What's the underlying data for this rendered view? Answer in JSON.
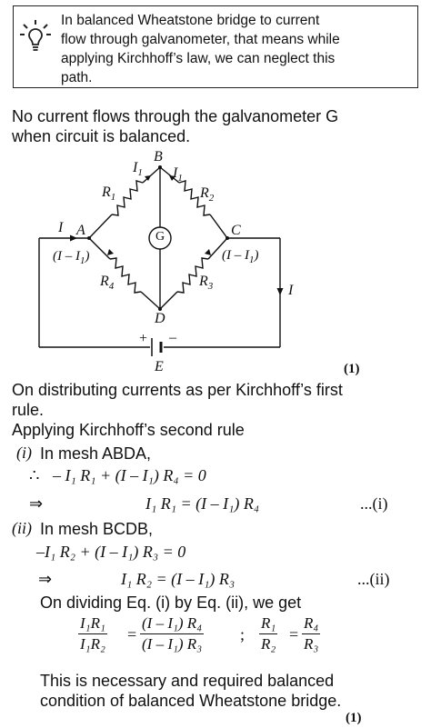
{
  "note": {
    "icon": "lightbulb-icon",
    "lines": [
      "In balanced Wheatstone bridge to current",
      "flow through galvanometer, that means while",
      "applying Kirchhoff’s law, we can neglect this",
      "path."
    ]
  },
  "intro": [
    "No current flows through the galvanometer G",
    "when circuit is balanced."
  ],
  "diagram": {
    "node_b": "B",
    "node_a": "A",
    "node_c": "C",
    "node_d": "D",
    "battery": "E",
    "galvanometer": "G",
    "current_i": "I",
    "current_i_right": "I",
    "i1_left": "I",
    "i1_right": "I",
    "r1": "R",
    "r2": "R",
    "r3": "R",
    "r4": "R",
    "i_minus_i1_left": "(I – I",
    "i_minus_i1_right": "(I – I",
    "plus": "+",
    "minus": "–",
    "sub1": "1",
    "sub2": "2",
    "sub3": "3",
    "sub4": "4"
  },
  "mark1": "(1)",
  "text1": [
    "On distributing currents as per Kirchhoff’s first",
    "rule."
  ],
  "text2": "Applying Kirchhoff’s second rule",
  "mesh1": {
    "label": "(i)",
    "title": "In mesh ABDA,",
    "therefore": "∴",
    "eq1": "– I₁ R₁ + (I – I₁) R₄ = 0",
    "implies": "⇒",
    "eq2": "I₁ R₁ = (I – I₁) R₄",
    "ref": "...(i)"
  },
  "mesh2": {
    "label": "(ii)",
    "title": "In mesh BCDB,",
    "eq1": "–I₁ R₂ + (I – I₁) R₃ = 0",
    "implies": "⇒",
    "eq2": "I₁ R₂ = (I – I₁) R₃",
    "ref": "...(ii)"
  },
  "divide": "On dividing Eq. (i) by Eq. (ii), we get",
  "fractions": {
    "f1_num": "I₁R₁",
    "f1_den": "I₁R₂",
    "eq": "=",
    "f2_num": "(I – I₁) R₄",
    "f2_den": "(I – I₁) R₃",
    "sep": ";",
    "f3_num": "R₁",
    "f3_den": "R₂",
    "eq2": "=",
    "f4_num": "R₄",
    "f4_den": "R₃"
  },
  "conclusion": [
    "This is necessary and required balanced",
    "condition of balanced Wheatstone bridge."
  ],
  "mark2": "(1)"
}
